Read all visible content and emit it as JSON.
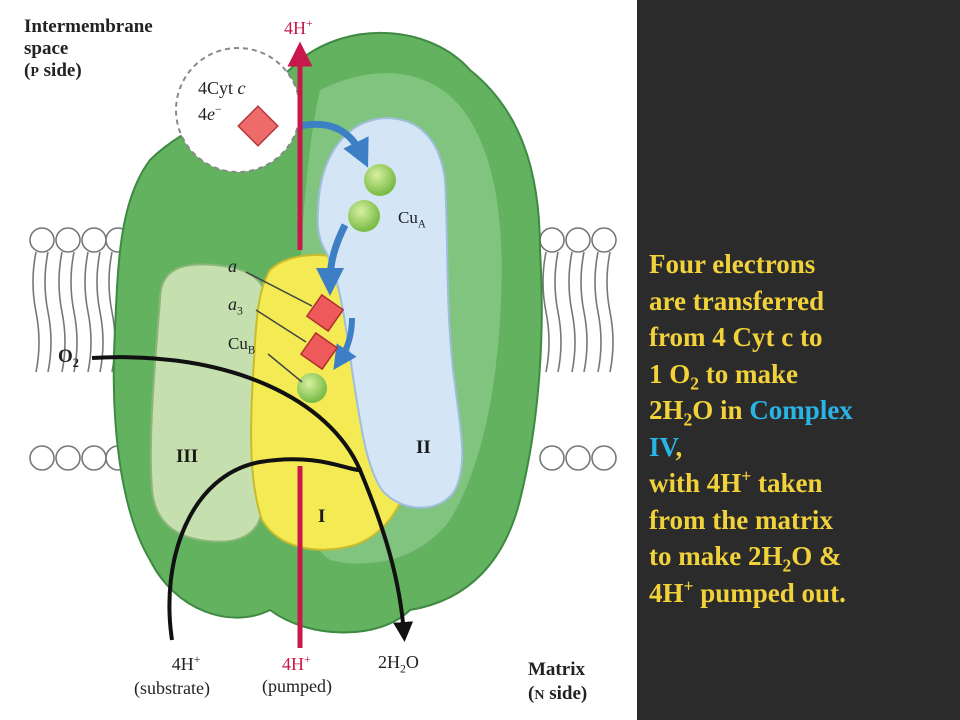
{
  "figure": {
    "labels": {
      "intermembrane_line1": "Intermembrane",
      "intermembrane_line2": "space",
      "intermembrane_line3_pre": "(",
      "intermembrane_line3_p": "P",
      "intermembrane_line3_post": " side)",
      "top_protons": "4H",
      "top_protons_sup": "+",
      "cyt_c": "4Cyt ",
      "cyt_c_italic": "c",
      "electrons": "4",
      "electrons_italic": "e",
      "electrons_sup": "−",
      "cu_a": "Cu",
      "cu_a_sub": "A",
      "heme_a": "a",
      "heme_a3": "a",
      "heme_a3_sub": "3",
      "cu_b": "Cu",
      "cu_b_sub": "B",
      "oxygen": "O",
      "oxygen_sub": "2",
      "subunit_iii": "III",
      "subunit_ii": "II",
      "subunit_i": "I",
      "substrate_protons": "4H",
      "substrate_protons_sup": "+",
      "substrate_note": "(substrate)",
      "pumped_protons": "4H",
      "pumped_protons_sup": "+",
      "pumped_note": "(pumped)",
      "water": "2H",
      "water_sub": "2",
      "water_post": "O",
      "matrix_line1": "Matrix",
      "matrix_line2_pre": "(",
      "matrix_line2_n": "N",
      "matrix_line2_post": " side)"
    }
  },
  "caption": {
    "line1": "Four electrons",
    "line2": "are transferred",
    "line3": "from 4 Cyt c to",
    "line4_pre": "1 O",
    "line4_sub": "2",
    "line4_post": " to make",
    "line5_pre": "2H",
    "line5_sub": "2",
    "line5_mid": "O in ",
    "line5_highlight": "Complex",
    "line6_highlight": "IV",
    "line6_post": ",",
    "line7_pre": "with 4H",
    "line7_sup": "+",
    "line7_post": " taken",
    "line8": "from the matrix",
    "line9_pre": "to make 2H",
    "line9_sub": "2",
    "line9_post": "O &",
    "line10_pre": "4H",
    "line10_sup": "+",
    "line10_post": " pumped out."
  },
  "colors": {
    "panel_background": "#2b2b2b",
    "caption_text": "#f2d23a",
    "caption_highlight": "#2ab4e6",
    "proton_arrow": "#c8174a",
    "complex_green": "#5cae5e",
    "subunit_blue": "#cfe2f3",
    "subunit_yellow": "#f4ea54"
  }
}
